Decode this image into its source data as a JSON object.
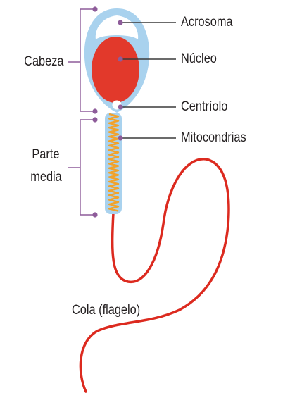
{
  "labels": {
    "acrosoma": "Acrosoma",
    "nucleo": "Núcleo",
    "centriolo": "Centríolo",
    "mitocondrias": "Mitocondrias",
    "cabeza": "Cabeza",
    "parte_media_line1": "Parte",
    "parte_media_line2": "media",
    "cola": "Cola (flagelo)"
  },
  "colors": {
    "head_membrane": "#a9d2ee",
    "midpiece": "#a9d2ee",
    "nucleus": "#e2392b",
    "mitochondria": "#f2a22a",
    "flagellum": "#dc2a1f",
    "brackets": "#8e5c9a",
    "leader_lines": "#3a3a3a",
    "text": "#231f20"
  }
}
